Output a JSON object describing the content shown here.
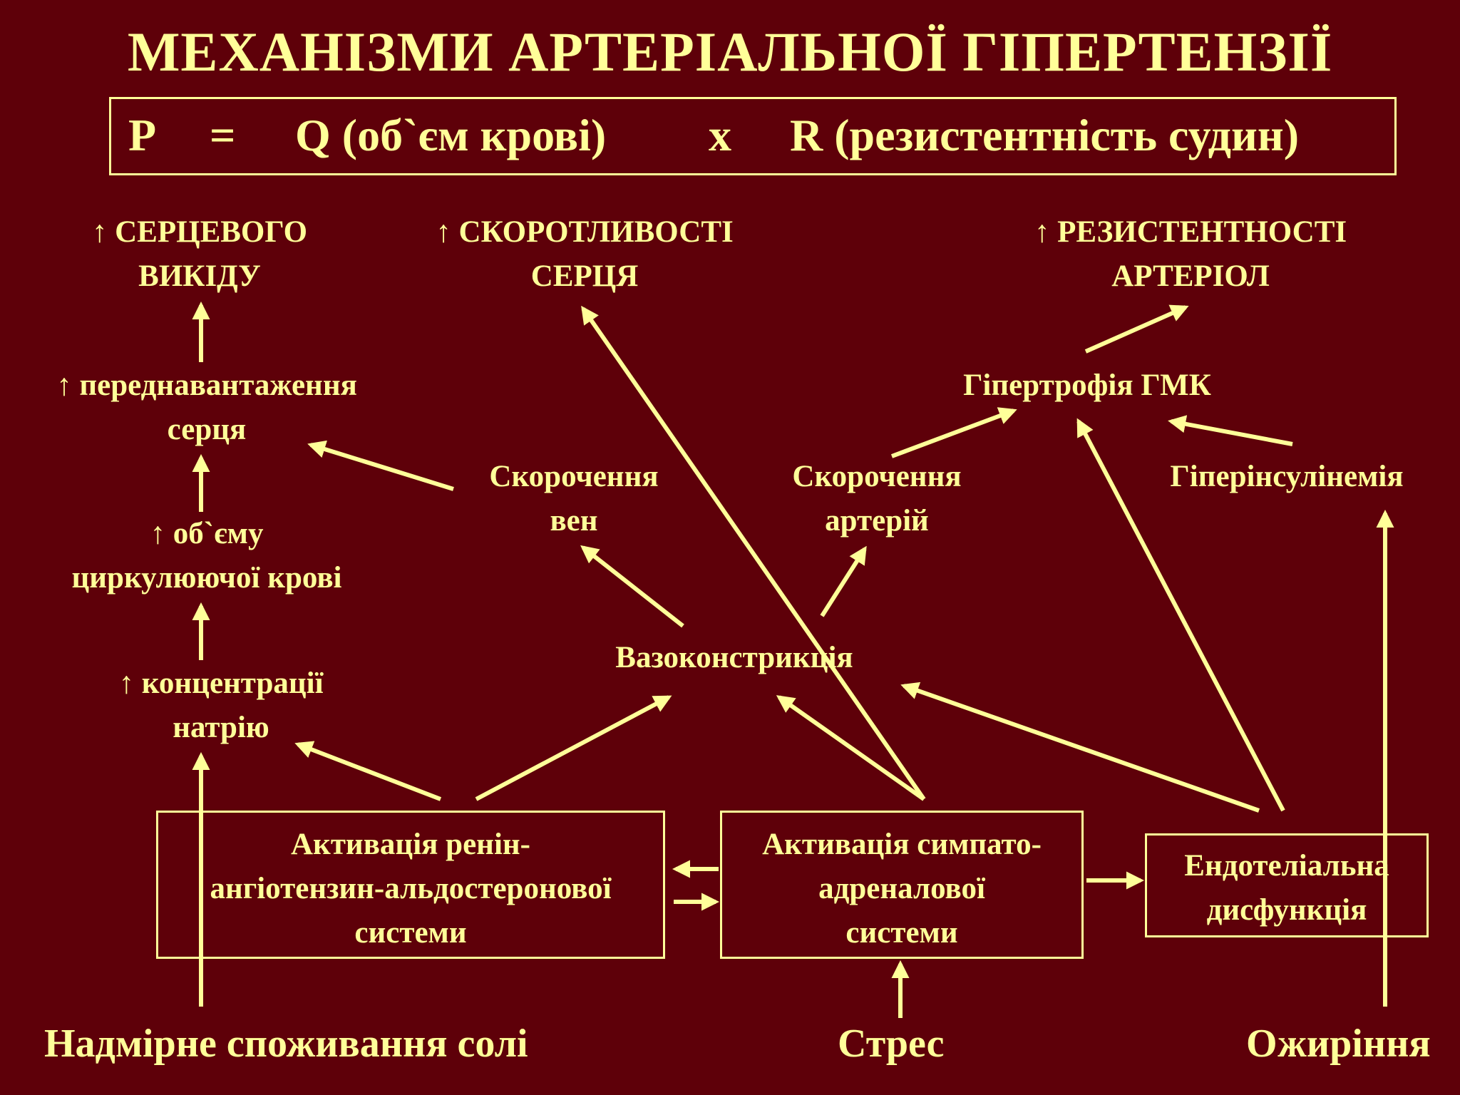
{
  "title": "МЕХАНІЗМИ АРТЕРІАЛЬНОЇ ГІПЕРТЕНЗІЇ",
  "formula": {
    "p": "P",
    "eq": "=",
    "q": "Q (об`єм крові)",
    "x": "x",
    "r": "R (резистентність судин)"
  },
  "nodes": {
    "cardiac_output": [
      "↑ СЕРЦЕВОГО",
      "ВИКІДУ"
    ],
    "contractility": [
      "↑ СКОРОТЛИВОСТІ",
      "СЕРЦЯ"
    ],
    "arteriole_resistance": [
      "↑ РЕЗИСТЕНТНОСТІ",
      "АРТЕРІОЛ"
    ],
    "preload": [
      "↑ переднавантаження",
      "серця"
    ],
    "smc_hypertrophy": [
      "Гіпертрофія ГМК"
    ],
    "vein_constriction": [
      "Скорочення",
      "вен"
    ],
    "artery_constriction": [
      "Скорочення",
      "артерій"
    ],
    "hyperinsulinemia": [
      "Гіперінсулінемія"
    ],
    "blood_volume": [
      "↑ об`єму",
      "циркулюючої крові"
    ],
    "vasoconstriction": [
      "Вазоконстрикція"
    ],
    "sodium": [
      "↑  концентрації",
      "натрію"
    ]
  },
  "boxes": {
    "raas": [
      "Активація ренін-",
      "ангіотензин-альдостеронової",
      "системи"
    ],
    "sympathoadrenal": [
      "Активація симпато-",
      "адреналової",
      "системи"
    ],
    "endothelial": [
      "Ендотеліальна",
      "дисфункція"
    ]
  },
  "causes": {
    "salt": "Надмірне споживання солі",
    "stress": "Стрес",
    "obesity": "Ожиріння"
  },
  "colors": {
    "background": "#5e0009",
    "foreground": "#ffff99"
  }
}
